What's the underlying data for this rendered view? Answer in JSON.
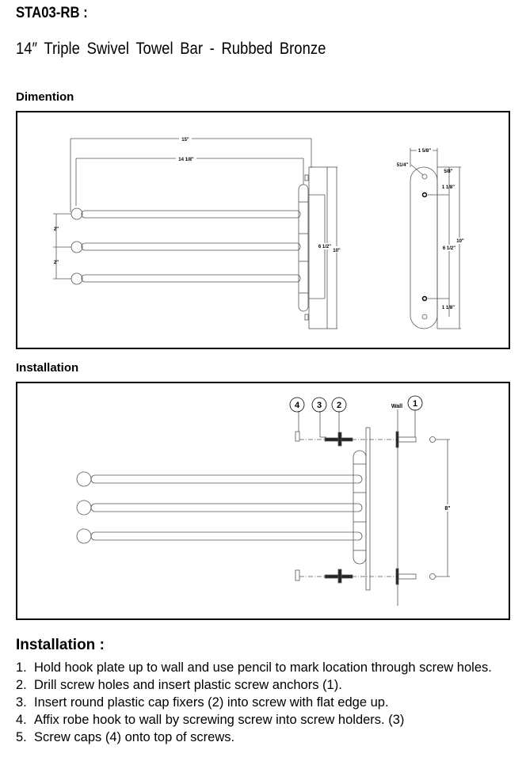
{
  "header": {
    "model": "STA03-RB  :",
    "product_name": "14″ Triple Swivel Towel Bar - Rubbed Bronze"
  },
  "dimension_section": {
    "heading": "Dimention",
    "side_view": {
      "overall_width": "15\"",
      "bar_length": "14 1/8\"",
      "bar_spacing_top": "2\"",
      "bar_spacing_bottom": "2\"",
      "hole_spacing": "6 1/2\"",
      "plate_height": "10\""
    },
    "plate_view": {
      "plate_width": "1 5/8\"",
      "hole_diameter": "51/4\"",
      "top_offset": "5/8\"",
      "upper_hole_offset": "1 1/8\"",
      "hole_spacing": "6 1/2\"",
      "plate_height": "10\"",
      "lower_hole_offset": "1 1/8\""
    }
  },
  "installation_section": {
    "heading": "Installation",
    "wall_label": "Wall",
    "callouts": [
      "1",
      "2",
      "3",
      "4"
    ],
    "anchor_spacing": "8\""
  },
  "instructions": {
    "heading": "Installation :",
    "steps": [
      {
        "num": "1.",
        "text": "Hold hook plate up to wall and use pencil to mark location through screw holes."
      },
      {
        "num": "2.",
        "text": "Drill screw holes and insert plastic screw anchors (1)."
      },
      {
        "num": "3.",
        "text": "Insert round plastic cap fixers (2)  into screw with flat  edge up."
      },
      {
        "num": "4.",
        "text": "Affix robe hook to wall by screwing screw into screw holders. (3)"
      },
      {
        "num": "5.",
        "text": "Screw caps (4) onto top of screws."
      }
    ]
  }
}
